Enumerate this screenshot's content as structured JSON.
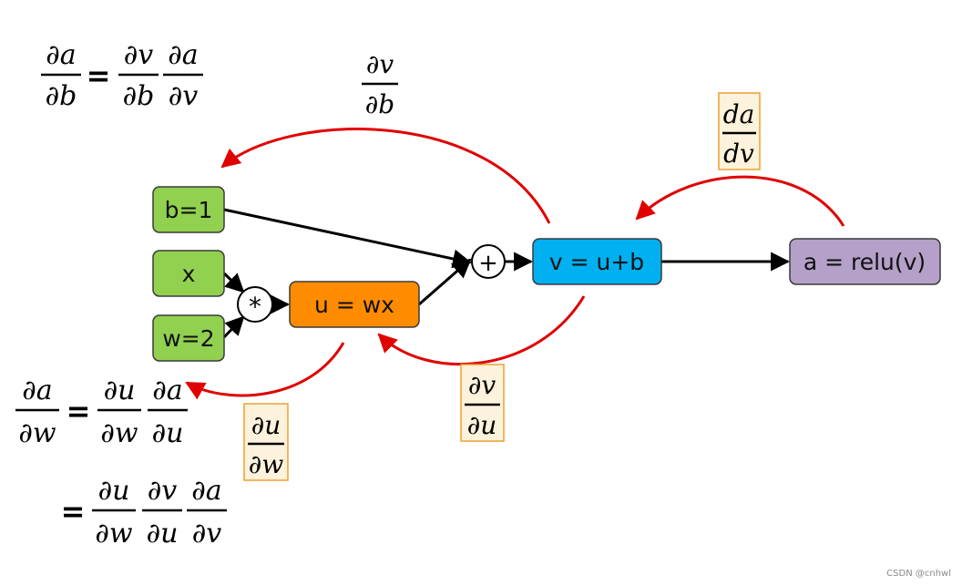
{
  "nodes": {
    "b": "b=1",
    "x": "x",
    "w": "w=2",
    "mul": "*",
    "u": "u = wx",
    "add": "+",
    "v": "v = u+b",
    "a": "a = relu(v)"
  },
  "formulas": {
    "dadb": {
      "lhs_num": "∂a",
      "lhs_den": "∂b",
      "eq": "=",
      "t1_num": "∂v",
      "t1_den": "∂b",
      "t2_num": "∂a",
      "t2_den": "∂v"
    },
    "dvdb_label": {
      "num": "∂v",
      "den": "∂b"
    },
    "dadv_label": {
      "num": "da",
      "den": "dv"
    },
    "dvdu_label": {
      "num": "∂v",
      "den": "∂u"
    },
    "dudw_label": {
      "num": "∂u",
      "den": "∂w"
    },
    "dadw": {
      "lhs_num": "∂a",
      "lhs_den": "∂w",
      "eq": "=",
      "t1_num": "∂u",
      "t1_den": "∂w",
      "t2_num": "∂a",
      "t2_den": "∂u"
    },
    "dadw_expanded": {
      "eq": "=",
      "t1_num": "∂u",
      "t1_den": "∂w",
      "t2_num": "∂v",
      "t2_den": "∂u",
      "t3_num": "∂a",
      "t3_den": "∂v"
    }
  },
  "colors": {
    "input_node": "#92d050",
    "mul_node": "#ff8c00",
    "add_node": "#00b0f0",
    "output_node": "#b4a0c8",
    "gradient_arrow": "#e00000",
    "label_box_fill": "#fdf2dc",
    "label_box_border": "#f0a030"
  },
  "watermark": "CSDN @cnhwl"
}
